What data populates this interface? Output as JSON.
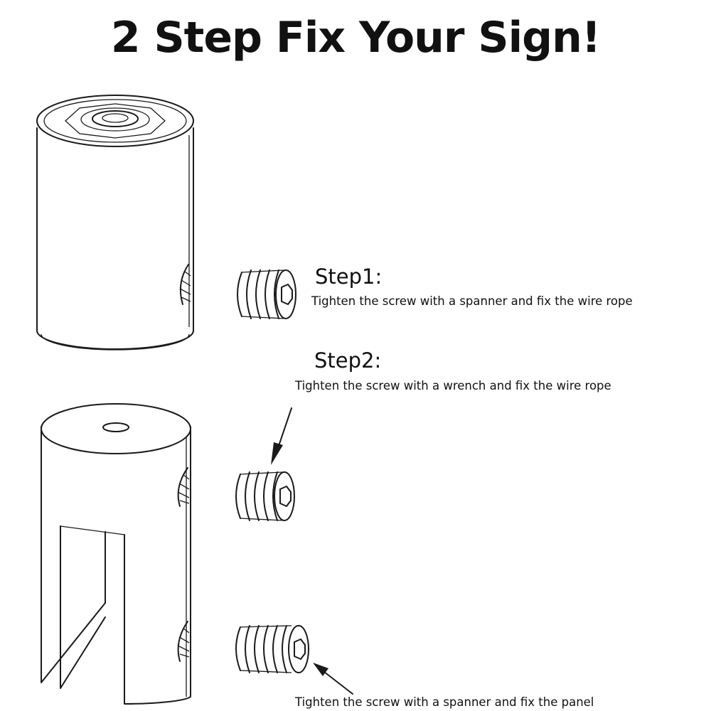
{
  "title": "2 Step Fix Your Sign!",
  "step1": {
    "heading": "Step1:",
    "caption": "Tighten the screw with a spanner and fix the wire rope"
  },
  "step2": {
    "heading": "Step2:",
    "caption": "Tighten the screw with a wrench and fix the wire rope"
  },
  "panel_caption": "Tighten the screw with a spanner and fix the panel"
}
